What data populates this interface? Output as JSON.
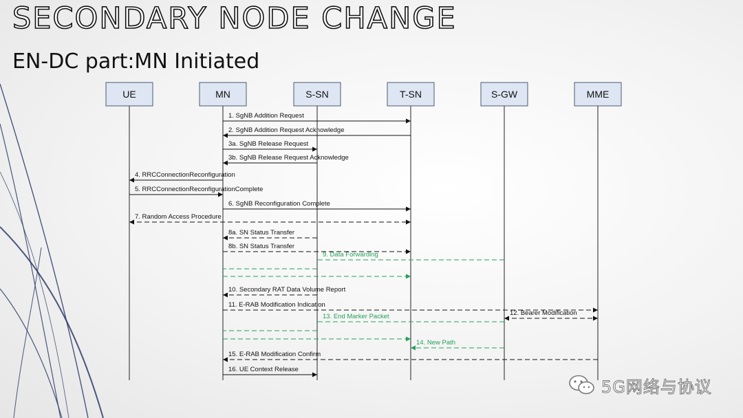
{
  "slide": {
    "title": "SECONDARY NODE CHANGE",
    "subtitle": "EN-DC part:MN Initiated",
    "watermark": "5G网络与协议"
  },
  "colors": {
    "message": "#111111",
    "data_path": "#22a05a",
    "node_fill": "#dde6f2",
    "node_border": "#4a5a70",
    "decor_lines": "#2b3a66"
  },
  "nodes": [
    "UE",
    "MN",
    "S-SN",
    "T-SN",
    "S-GW",
    "MME"
  ],
  "messages": [
    {
      "label": "1. SgNB Addition Request",
      "from": 1,
      "to": 3,
      "style": "solid",
      "color": "black",
      "arrow": "end"
    },
    {
      "label": "2. SgNB Addition Request Acknowledge",
      "from": 3,
      "to": 1,
      "style": "solid",
      "color": "black",
      "arrow": "end"
    },
    {
      "label": "3a. SgNB Release Request",
      "from": 1,
      "to": 2,
      "style": "solid",
      "color": "black",
      "arrow": "end"
    },
    {
      "label": "3b. SgNB Release Request Acknowledge",
      "from": 2,
      "to": 1,
      "style": "solid",
      "color": "black",
      "arrow": "end"
    },
    {
      "label": "4. RRCConnectionReconfiguration",
      "from": 1,
      "to": 0,
      "style": "solid",
      "color": "black",
      "arrow": "end"
    },
    {
      "label": "5. RRCConnectionReconfigurationComplete",
      "from": 0,
      "to": 1,
      "style": "solid",
      "color": "black",
      "arrow": "end"
    },
    {
      "label": "6. SgNB Reconfiguration Complete",
      "from": 1,
      "to": 3,
      "style": "solid",
      "color": "black",
      "arrow": "end"
    },
    {
      "label": "7. Random Access Procedure",
      "from": 0,
      "to": 3,
      "style": "dashed",
      "color": "black",
      "arrow": "both"
    },
    {
      "label": "8a. SN Status Transfer",
      "from": 2,
      "to": 1,
      "style": "dashed",
      "color": "black",
      "arrow": "end"
    },
    {
      "label": "8b. SN Status Transfer",
      "from": 1,
      "to": 3,
      "style": "dashed",
      "color": "black",
      "arrow": "end"
    },
    {
      "label": "9. Data Forwarding",
      "from": 4,
      "to": 2,
      "style": "dashed",
      "color": "green",
      "arrow": "none"
    },
    {
      "label": "",
      "from": 2,
      "to": 1,
      "style": "dashed",
      "color": "green",
      "arrow": "none"
    },
    {
      "label": "",
      "from": 1,
      "to": 3,
      "style": "dashed",
      "color": "green",
      "arrow": "end"
    },
    {
      "label": "10. Secondary RAT Data Volume Report",
      "from": 2,
      "to": 1,
      "style": "dashed",
      "color": "black",
      "arrow": "end"
    },
    {
      "label": "11. E-RAB Modification Indication",
      "from": 1,
      "to": 5,
      "style": "dashed",
      "color": "black",
      "arrow": "end"
    },
    {
      "label": "12. Bearer Modification",
      "from": 4,
      "to": 5,
      "style": "dashed",
      "color": "black",
      "arrow": "both"
    },
    {
      "label": "13. End Marker Packet",
      "from": 4,
      "to": 2,
      "style": "dashed",
      "color": "green",
      "arrow": "none"
    },
    {
      "label": "",
      "from": 2,
      "to": 1,
      "style": "dashed",
      "color": "green",
      "arrow": "none"
    },
    {
      "label": "",
      "from": 1,
      "to": 3,
      "style": "dashed",
      "color": "green",
      "arrow": "end"
    },
    {
      "label": "14. New Path",
      "from": 4,
      "to": 3,
      "style": "dashed",
      "color": "green",
      "arrow": "end"
    },
    {
      "label": "15. E-RAB Modification Confirm",
      "from": 5,
      "to": 1,
      "style": "dashed",
      "color": "black",
      "arrow": "end"
    },
    {
      "label": "16. UE Context Release",
      "from": 1,
      "to": 2,
      "style": "solid",
      "color": "black",
      "arrow": "end"
    }
  ]
}
